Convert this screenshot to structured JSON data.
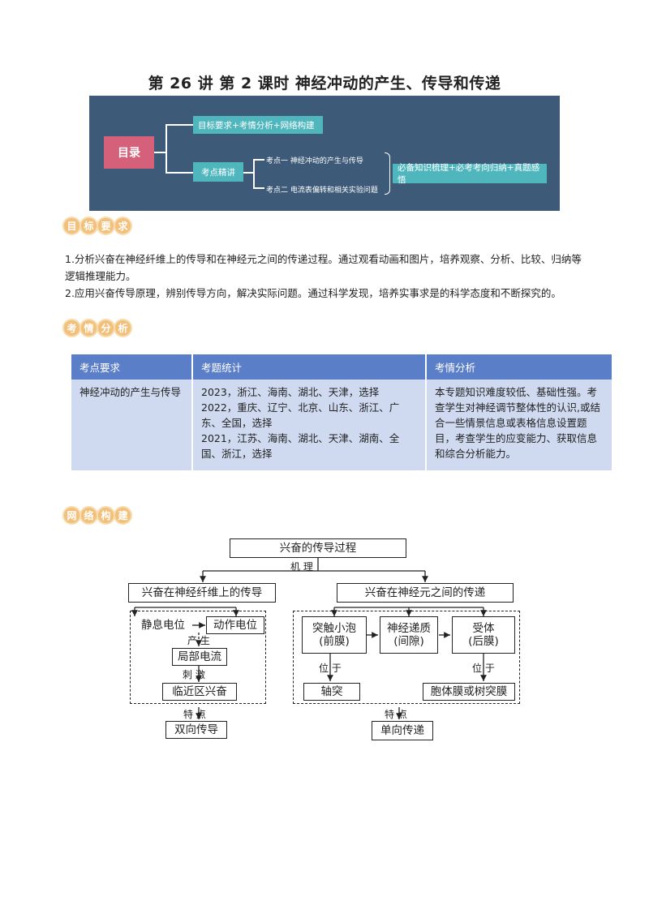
{
  "page_title": "第 26 讲  第 2 课时  神经冲动的产生、传导和传递",
  "catalog": {
    "label": "目录",
    "item_1": "目标要求+考情分析+网络构建",
    "item_2": "考点精讲",
    "sub_1": "考点一 神经冲动的产生与传导",
    "sub_2": "考点二 电流表偏转和相关实验问题",
    "item_3": "必备知识梳理+必考考向归纳+真题感悟"
  },
  "sections": {
    "goals": [
      "目",
      "标",
      "要",
      "求"
    ],
    "analysis": [
      "考",
      "情",
      "分",
      "析"
    ],
    "network": [
      "网",
      "络",
      "构",
      "建"
    ]
  },
  "objectives": [
    "1.分析兴奋在神经纤维上的传导和在神经元之间的传递过程。通过观看动画和图片，培养观察、分析、比较、归纳等逻辑推理能力。",
    "2.应用兴奋传导原理，辨别传导方向，解决实际问题。通过科学发现，培养实事求是的科学态度和不断探究的。"
  ],
  "exam_table": {
    "headers": [
      "考点要求",
      "考题统计",
      "考情分析"
    ],
    "row": {
      "requirement": "神经冲动的产生与传导",
      "stats": [
        "2023，浙江、海南、湖北、天津，选择",
        "2022，重庆、辽宁、北京、山东、浙江、广东、全国，选择",
        "2021，江苏、海南、湖北、天津、湖南、全国、浙江，选择"
      ],
      "analysis": "本专题知识难度较低、基础性强。考查学生对神经调节整体性的认识,或结合一些情景信息或表格信息设置题目，考查学生的应变能力、获取信息和综合分析能力。"
    }
  },
  "concept_map": {
    "root": "兴奋的传导过程",
    "root_edge": "机  理",
    "left_title": "兴奋在神经纤维上的传导",
    "right_title": "兴奋在神经元之间的传递",
    "resting": "静息电位",
    "action": "动作电位",
    "produce": "产 生",
    "local_current": "局部电流",
    "stimulate": "刺 激",
    "adjacent": "临近区兴奋",
    "feature_left": "特 点",
    "bidirectional": "双向传导",
    "vesicle": "突触小泡\n(前膜)",
    "transmitter": "神经递质\n(间隙)",
    "receptor": "受体\n(后膜)",
    "located_1": "位 于",
    "located_2": "位 于",
    "axon": "轴突",
    "cell_membrane": "胞体膜或树突膜",
    "feature_right": "特 点",
    "unidirectional": "单向传递"
  }
}
